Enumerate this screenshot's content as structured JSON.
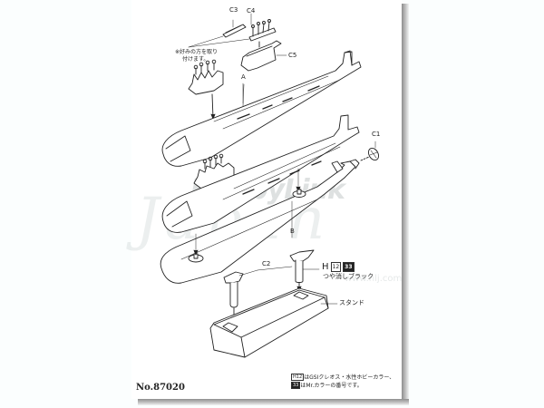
{
  "document": {
    "type": "model kit assembly instruction sheet",
    "product_number": "No.87020"
  },
  "parts": {
    "c3": "C3",
    "c4": "C4",
    "c5": "C5",
    "a": "A",
    "b": "B",
    "c1": "C1",
    "c2": "C2"
  },
  "notes": {
    "optional_attach_line1": "※好みの方を取り",
    "optional_attach_line2": "付けます。",
    "stand_label": "スタンド"
  },
  "paint": {
    "prefix": "H",
    "hobby_color_code": "12",
    "mr_color_code": "33",
    "color_name": "つや消しブラック"
  },
  "footer": {
    "note_line1_code": "H12",
    "note_line1_text": "はGSIクレオス・水性ホビーカラー、",
    "note_line2_code": "33",
    "note_line2_text": "はMr.カラーの番号です。"
  },
  "watermark": {
    "brand": "HobbyLink",
    "script": "Japan",
    "url": "www.hlj.com"
  },
  "colors": {
    "background": "#fbfefe",
    "sheet": "#ffffff",
    "line_art": "#222222",
    "shadow": "#8e8e8e"
  }
}
